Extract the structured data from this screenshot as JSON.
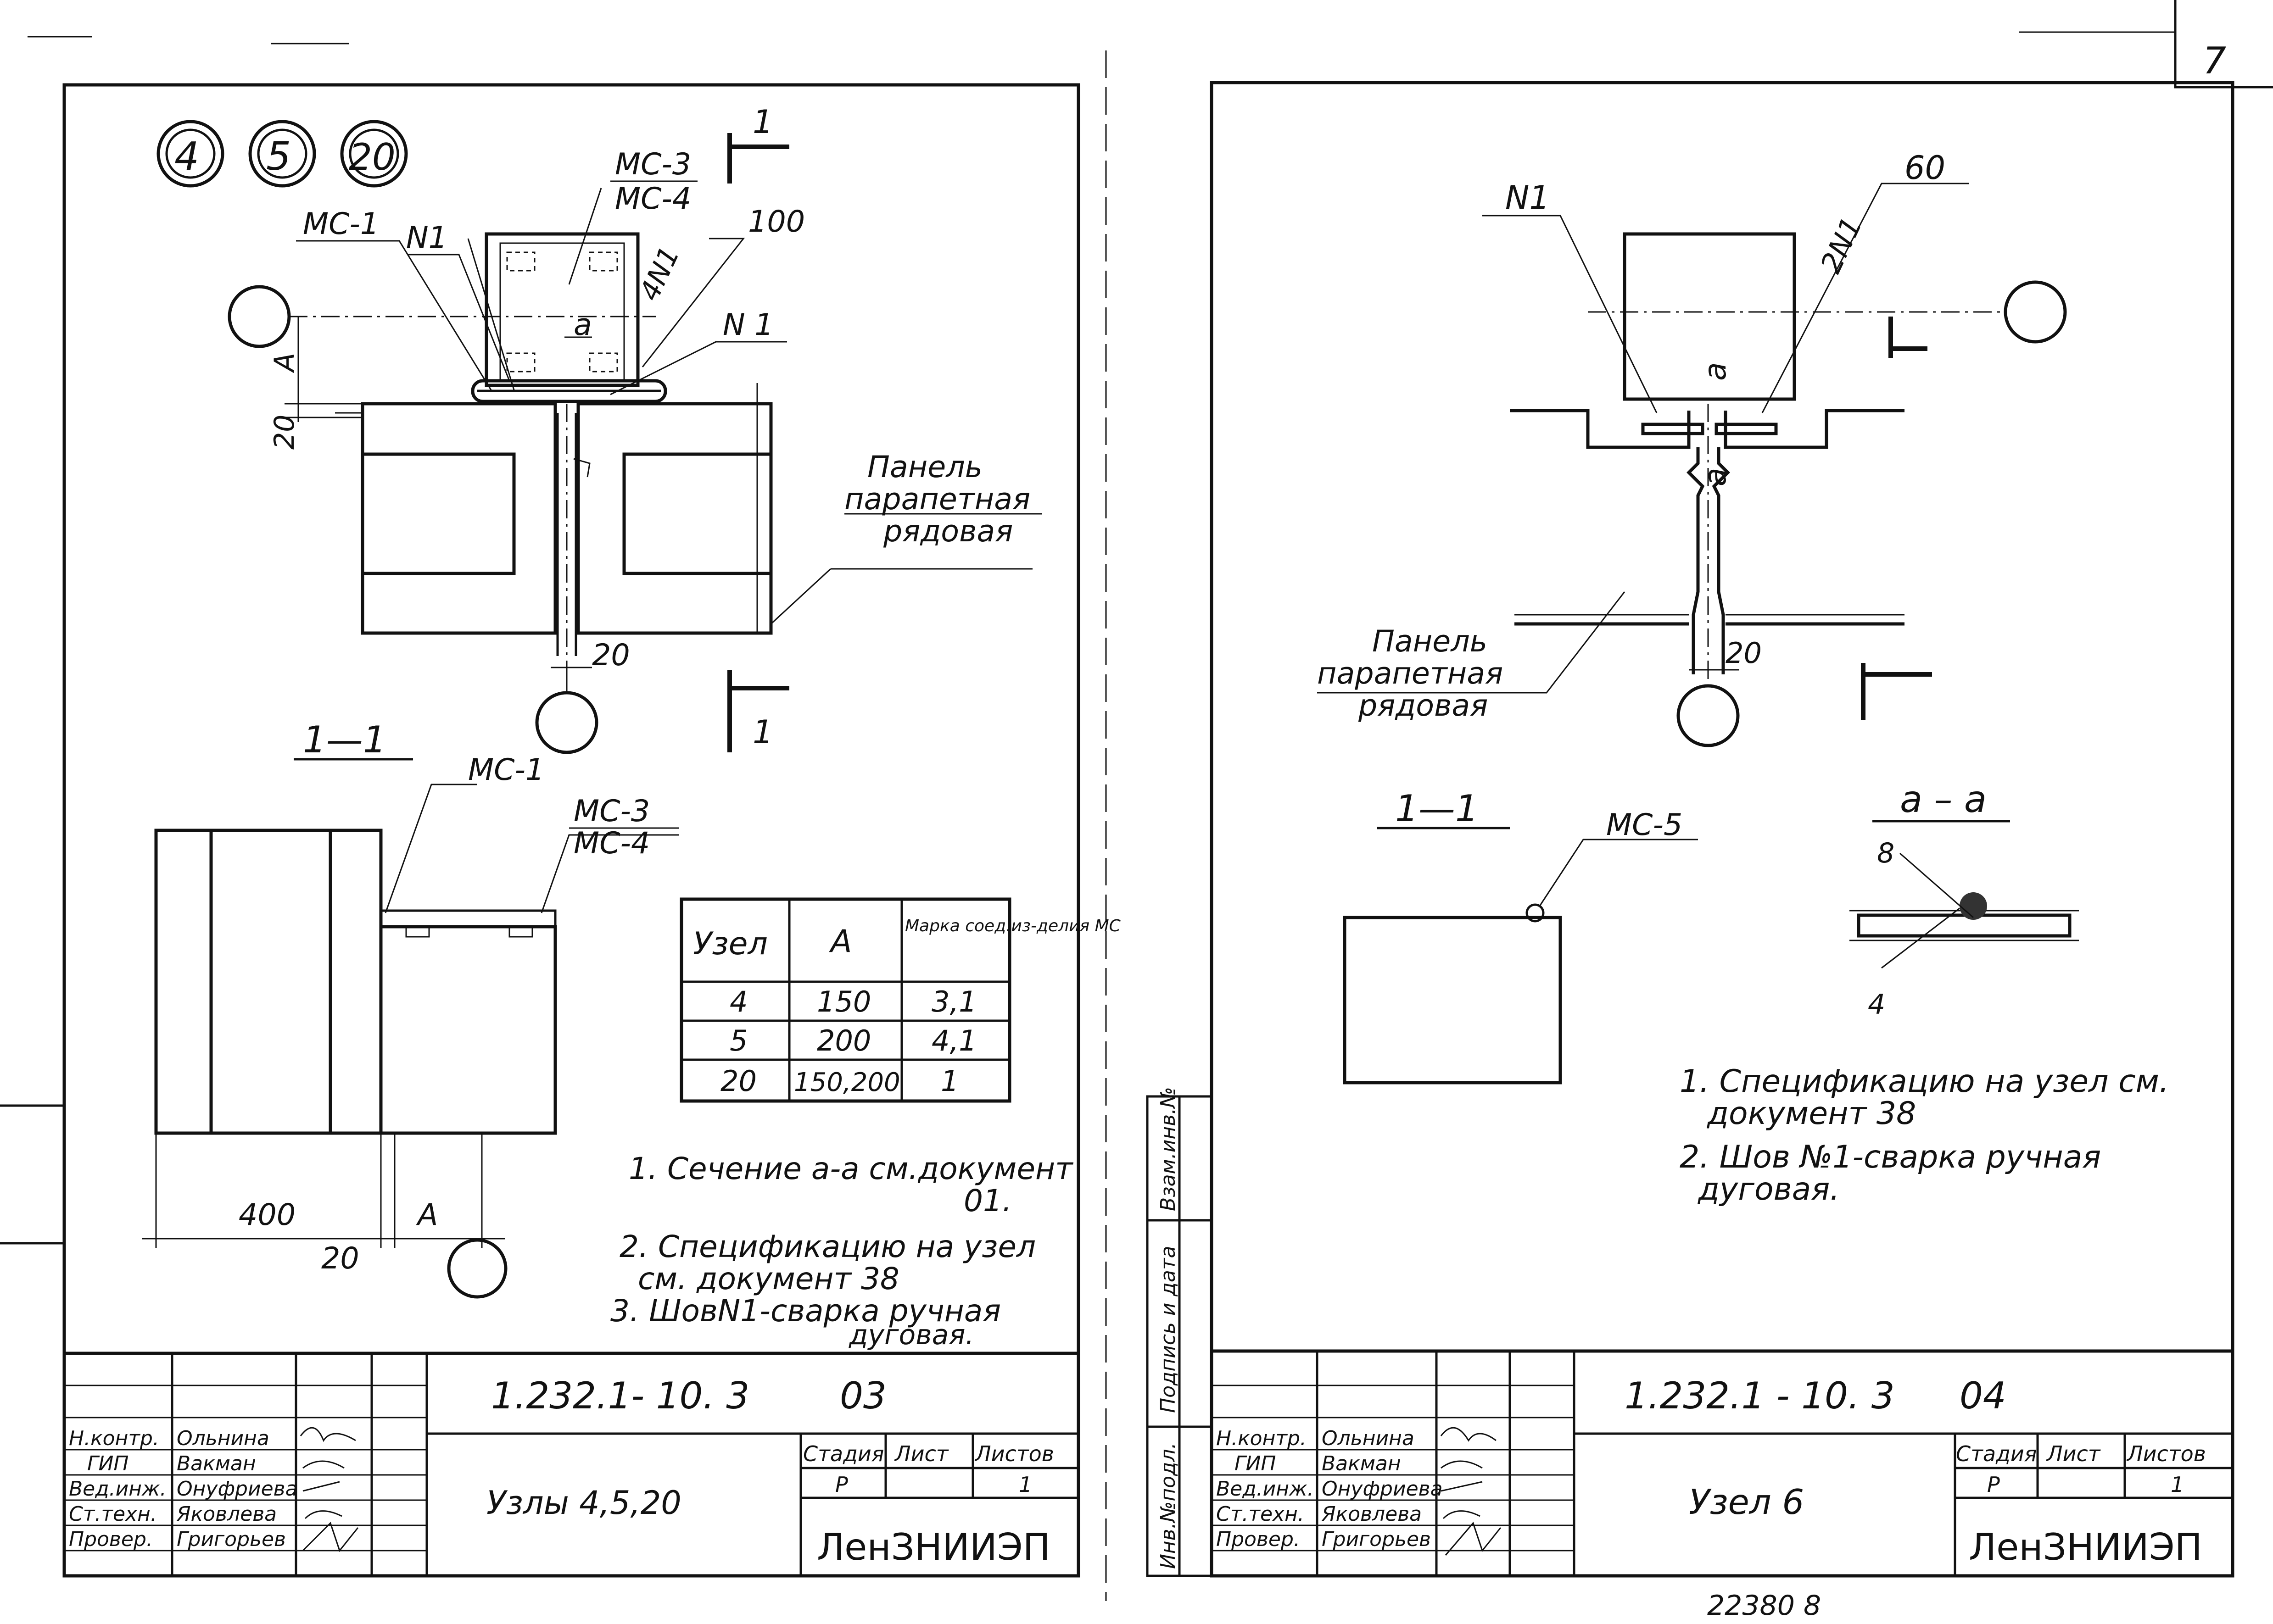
{
  "sheet_number": "7",
  "left": {
    "node_circles": [
      "4",
      "5",
      "20"
    ],
    "section_mark": "1",
    "labels": {
      "mc3_over_mc4_top": "МС-3",
      "mc3_over_mc4_bottom": "МС-4",
      "mc1": "МС-1",
      "n1_a": "N1",
      "n1_b": "N 1",
      "four_n1": "4N1",
      "dim_100": "100",
      "a_weld": "а",
      "dim_A": "А",
      "dim_20_left": "20",
      "dim_20_bottom": "20",
      "panel_line1": "Панель",
      "panel_line2": "парапетная",
      "panel_line3": "рядовая"
    },
    "section_title": "1—1",
    "section_labels": {
      "mc1": "МС-1",
      "mc3": "МС-3",
      "mc4": "МС-4",
      "dim_400": "400",
      "dim_20": "20",
      "dim_A": "А"
    },
    "table": {
      "headers": [
        "Узел",
        "А",
        "Марка соед.из-делия МС"
      ],
      "rows": [
        [
          "4",
          "150",
          "3,1"
        ],
        [
          "5",
          "200",
          "4,1"
        ],
        [
          "20",
          "150,200",
          "1"
        ]
      ]
    },
    "notes": [
      "1. Сечение а-а см.документ",
      "01.",
      "2. Спецификацию на узел",
      "см. документ 38",
      "3. ШовN1-сварка ручная",
      "дуговая."
    ],
    "title_block": {
      "doc_code": "1.232.1- 10.  3",
      "sheet_code": "03",
      "roles": [
        "Н.контр.",
        "ГИП",
        "Вед.инж.",
        "Ст.техн.",
        "Провер."
      ],
      "names": [
        "Ольнина",
        "Вакман",
        "Онуфриева",
        "Яковлева",
        "Григорьев"
      ],
      "title": "Узлы 4,5,20",
      "stage_header": "Стадия",
      "sheet_header": "Лист",
      "sheets_header": "Листов",
      "stage": "Р",
      "sheet": "1",
      "org": "ЛенЗНИИЭП"
    }
  },
  "right": {
    "labels": {
      "n1": "N1",
      "two_n1": "2N1",
      "dim_60": "60",
      "a_weld": "а",
      "a_section": "а",
      "dim_20": "20",
      "panel_line1": "Панель",
      "panel_line2": "парапетная",
      "panel_line3": "рядовая"
    },
    "section_title": "1—1",
    "section_mc5": "МС-5",
    "aa_title": "а – а",
    "aa_dim_8": "8",
    "aa_dim_4": "4",
    "notes": [
      "1. Спецификацию на узел см.",
      "документ 38",
      "2. Шов №1-сварка ручная",
      "дуговая."
    ],
    "side_stamp": [
      "Инв.№подл.",
      "Подпись и дата",
      "Взам.инв.№"
    ],
    "title_block": {
      "doc_code": "1.232.1 - 10. 3",
      "sheet_code": "04",
      "roles": [
        "Н.контр.",
        "ГИП",
        "Вед.инж.",
        "Ст.техн.",
        "Провер."
      ],
      "names": [
        "Ольнина",
        "Вакман",
        "Онуфриева",
        "Яковлева",
        "Григорьев"
      ],
      "title": "Узел 6",
      "stage_header": "Стадия",
      "sheet_header": "Лист",
      "sheets_header": "Листов",
      "stage": "Р",
      "sheet": "1",
      "org": "ЛенЗНИИЭП"
    },
    "bottom_number": "22380   8"
  }
}
